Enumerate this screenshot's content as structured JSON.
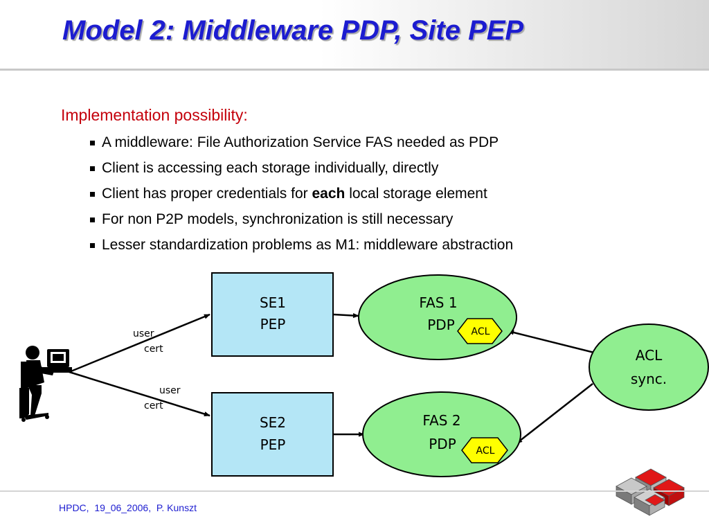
{
  "slide": {
    "title": "Model 2: Middleware PDP, Site PEP",
    "intro": "Implementation possibility:",
    "bullets": [
      {
        "pre": "A middleware: File Authorization Service FAS needed as PDP",
        "bold": "",
        "post": ""
      },
      {
        "pre": "Client is accessing each storage individually, directly",
        "bold": "",
        "post": ""
      },
      {
        "pre": "Client has proper credentials for ",
        "bold": "each",
        "post": " local storage element"
      },
      {
        "pre": "For non P2P models, synchronization is still necessary",
        "bold": "",
        "post": ""
      },
      {
        "pre": "Lesser standardization problems as M1: middleware abstraction",
        "bold": "",
        "post": ""
      }
    ],
    "footer": "HPDC,  19_06_2006,  P. Kunszt"
  },
  "diagram": {
    "se1": {
      "line1": "SE1",
      "line2": "PEP"
    },
    "se2": {
      "line1": "SE2",
      "line2": "PEP"
    },
    "fas1": {
      "line1": "FAS 1",
      "line2": "PDP"
    },
    "fas2": {
      "line1": "FAS 2",
      "line2": "PDP"
    },
    "acl_tag": "ACL",
    "acl_sync": {
      "line1": "ACL",
      "line2": "sync."
    },
    "edge_top": {
      "line1": "user",
      "line2": "cert"
    },
    "edge_bottom": {
      "line1": "user",
      "line2": "cert"
    }
  },
  "colors": {
    "title": "#1c1cd0",
    "intro": "#c4000b",
    "se_fill": "#b4e6f6",
    "fas_fill": "#90ee90",
    "acl_tag_fill": "#ffff00",
    "logo_red": "#e01818",
    "logo_grey": "#a0a0a0"
  },
  "icons": [
    "user-at-computer-icon",
    "company-cube-logo-icon"
  ]
}
